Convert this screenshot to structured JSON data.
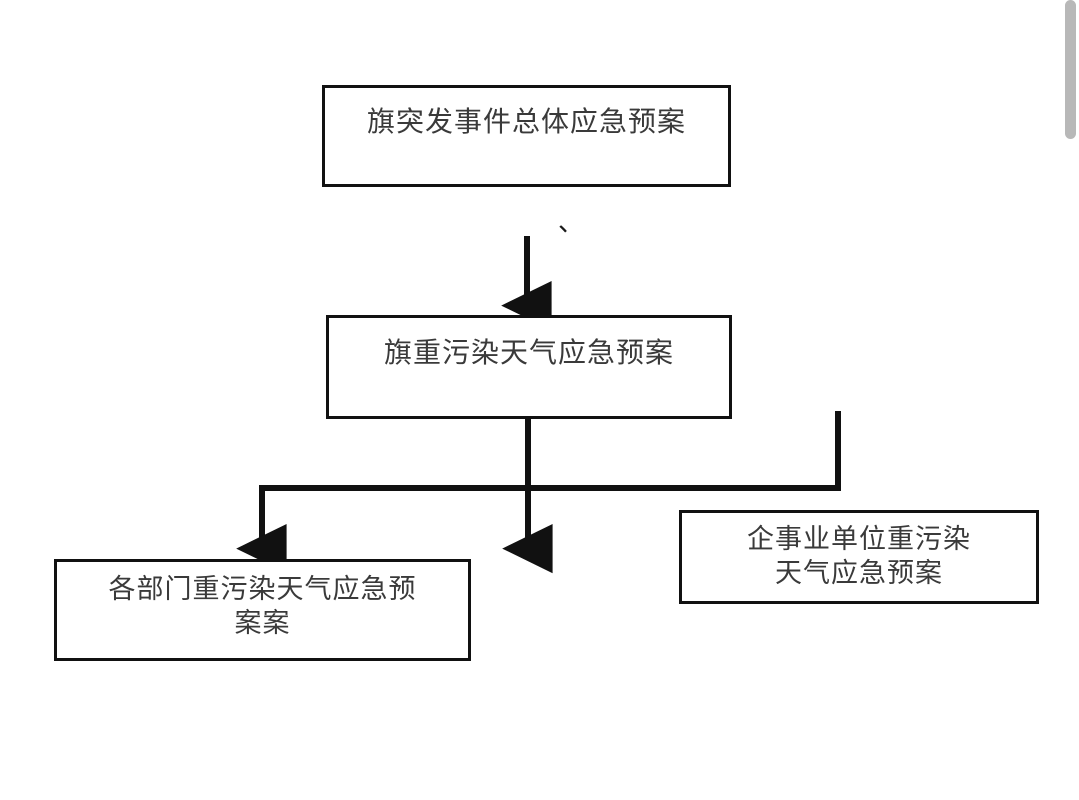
{
  "diagram": {
    "type": "flowchart",
    "title_text_color": "#3a3a3a",
    "line_color": "#111111",
    "background": "#ffffff",
    "nodes": [
      {
        "id": "top",
        "label": "旗突发事件总体应急预案",
        "role": "root-plan"
      },
      {
        "id": "mid",
        "label": "旗重污染天气应急预案",
        "role": "heavy-pollution-plan"
      },
      {
        "id": "dept",
        "label": "各部门重污染天气应急预\n案案",
        "role": "department-plan"
      },
      {
        "id": "enterprise",
        "label": "企事业单位重污染\n天气应急预案",
        "role": "enterprise-plan"
      }
    ],
    "edges": [
      {
        "id": "top-to-mid",
        "from": "top",
        "to": "mid",
        "arrow": true
      },
      {
        "id": "mid-to-dept",
        "from": "mid",
        "to": "dept",
        "arrow": true
      },
      {
        "id": "mid-to-center",
        "from": "mid",
        "to": "center-stub",
        "arrow": true
      },
      {
        "id": "mid-to-enterprise",
        "from": "mid",
        "to": "enterprise",
        "arrow": false
      }
    ],
    "stray_mark": "、"
  },
  "scrollbar": {
    "name": "vertical-scrollbar",
    "position": "right",
    "thumb_color": "#b8b8b8"
  }
}
